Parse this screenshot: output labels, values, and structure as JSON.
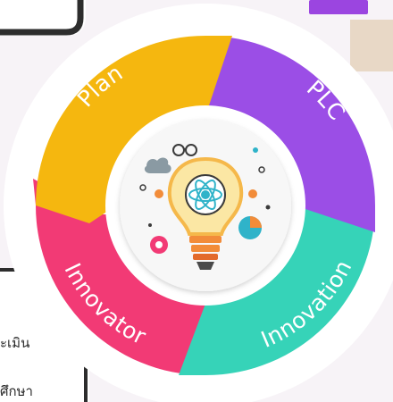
{
  "diagram": {
    "segments": [
      {
        "key": "plan",
        "label": "Plan",
        "color": "#f5b70f"
      },
      {
        "key": "plc",
        "label": "PLC",
        "color": "#9b4ee6"
      },
      {
        "key": "innovation",
        "label": "Innovation",
        "color": "#36d3b8"
      },
      {
        "key": "innovator",
        "label": "Innovator",
        "color": "#f23a75"
      }
    ],
    "center_icon": "lightbulb-atom-icon"
  },
  "background": {
    "text_fragments": [
      "ะเมิน",
      "ศึกษา"
    ],
    "accent_color": "#9b45e0",
    "tab_color": "#e8d8c6"
  }
}
